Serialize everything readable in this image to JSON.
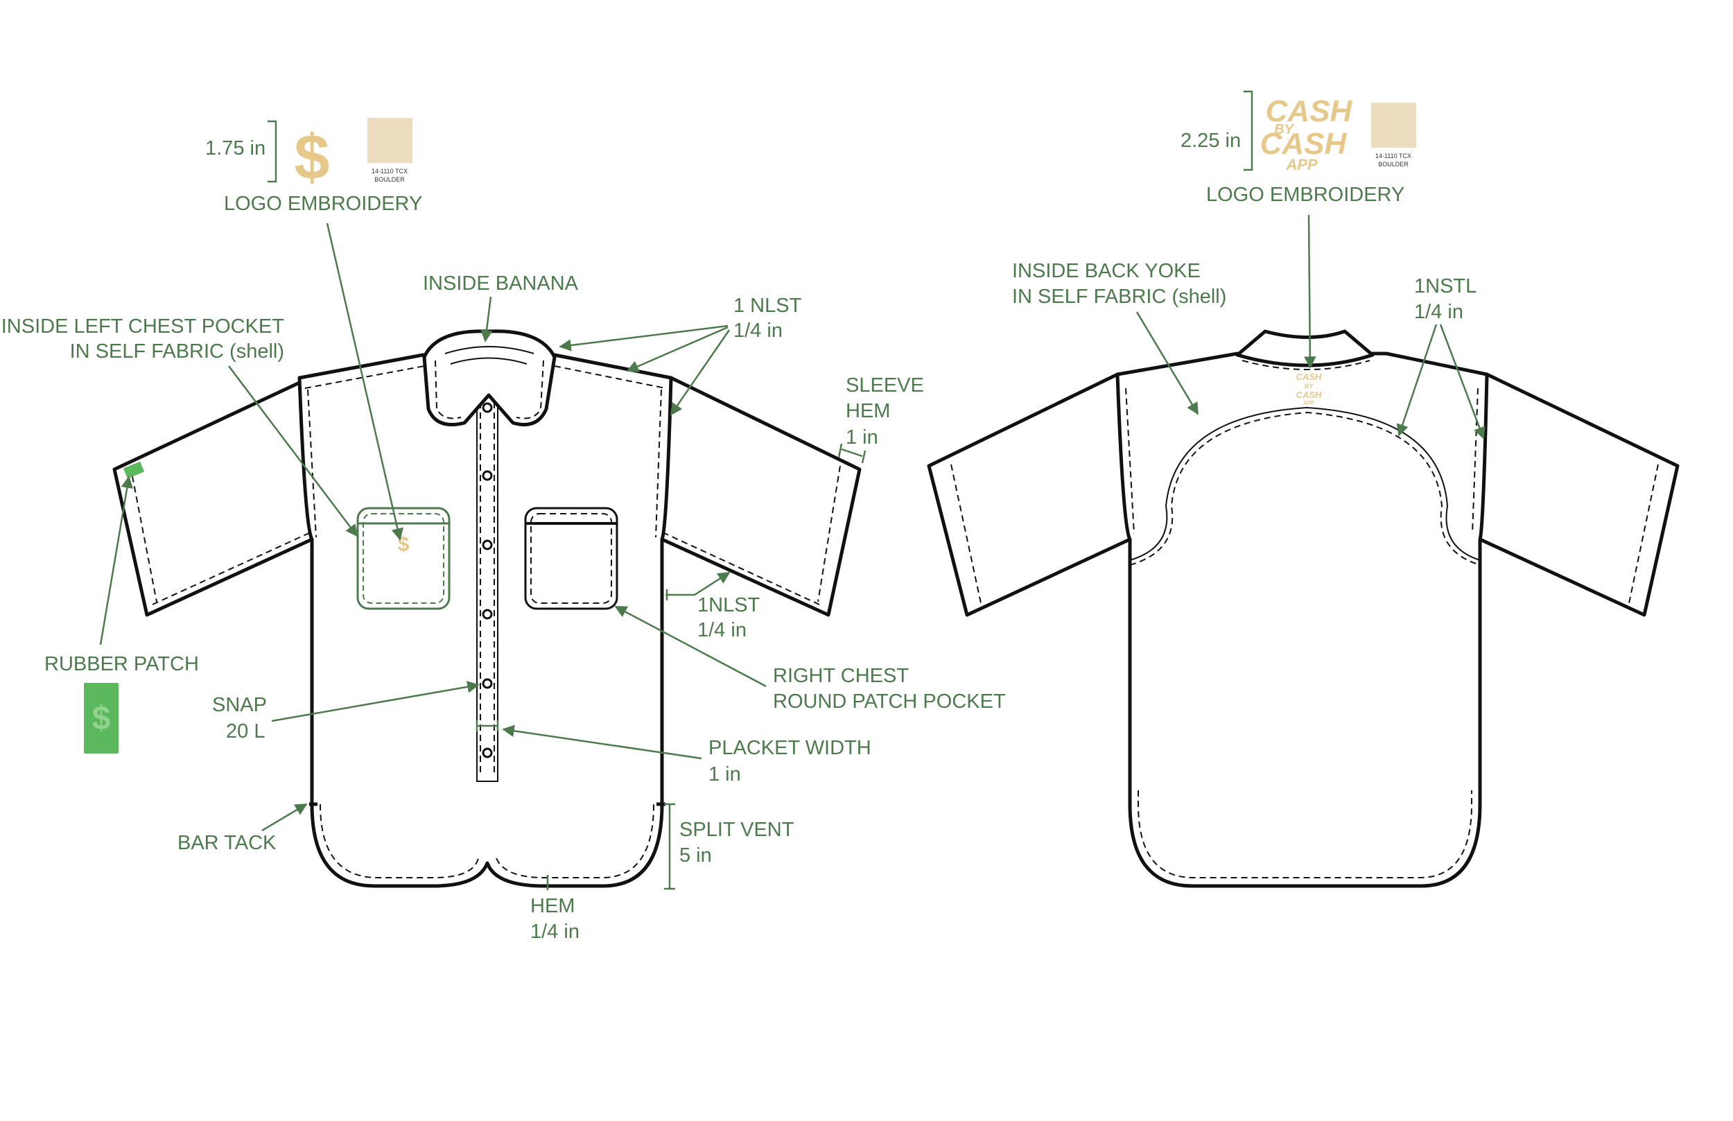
{
  "front": {
    "logo": {
      "size": "1.75 in",
      "symbol": "$",
      "swatch_code": "14-1110 TCX",
      "swatch_name": "BOULDER",
      "title": "LOGO EMBROIDERY"
    },
    "inside_banana": "INSIDE BANANA",
    "inside_left_pocket": {
      "line1": "INSIDE LEFT CHEST POCKET",
      "line2": "IN SELF FABRIC (shell)"
    },
    "nlst_top": {
      "line1": "1 NLST",
      "line2": "1/4 in"
    },
    "sleeve_hem": {
      "line1": "SLEEVE",
      "line2": "HEM",
      "line3": "1 in"
    },
    "nlst_side": {
      "line1": "1NLST",
      "line2": "1/4 in"
    },
    "rubber_patch": {
      "label": "RUBBER PATCH",
      "symbol": "$"
    },
    "snap": {
      "line1": "SNAP",
      "line2": "20 L"
    },
    "right_pocket": {
      "line1": "RIGHT CHEST",
      "line2": "ROUND PATCH POCKET"
    },
    "placket": {
      "line1": "PLACKET WIDTH",
      "line2": "1 in"
    },
    "split_vent": {
      "line1": "SPLIT VENT",
      "line2": "5 in"
    },
    "bar_tack": "BAR TACK",
    "hem": {
      "line1": "HEM",
      "line2": "1/4 in"
    },
    "pocket_logo": "$"
  },
  "back": {
    "logo": {
      "size": "2.25 in",
      "brand_line1": "CASH",
      "brand_line2": "BY",
      "brand_line3": "CASH",
      "brand_line4": "APP",
      "swatch_code": "14-1110 TCX",
      "swatch_name": "BOULDER",
      "title": "LOGO EMBROIDERY"
    },
    "yoke": {
      "line1": "INSIDE BACK YOKE",
      "line2": "IN SELF FABRIC (shell)"
    },
    "nstl": {
      "line1": "1NSTL",
      "line2": "1/4 in"
    }
  },
  "colors": {
    "label_green": "#4c7a4c",
    "patch_green": "#5cb85c",
    "embroidery_gold": "#e6c98a",
    "swatch_boulder": "#ecdcc0",
    "outline": "#111111"
  }
}
